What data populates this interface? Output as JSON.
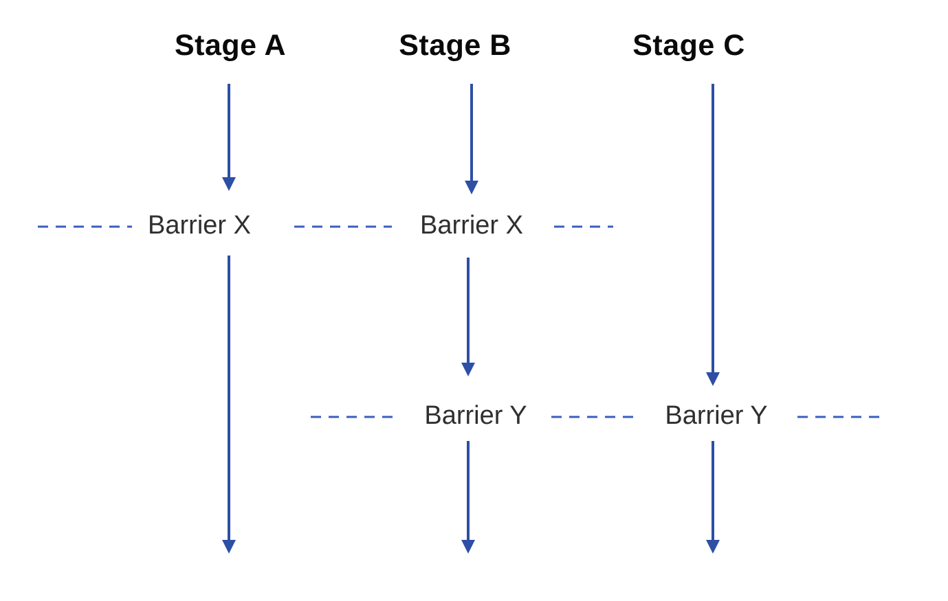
{
  "diagram": {
    "type": "flow-lanes-with-barriers",
    "stages": [
      {
        "id": "stage-a",
        "label": "Stage A"
      },
      {
        "id": "stage-b",
        "label": "Stage B"
      },
      {
        "id": "stage-c",
        "label": "Stage C"
      }
    ],
    "barriers": [
      {
        "id": "barrier-x",
        "label": "Barrier X",
        "spans_stages": [
          "Stage A",
          "Stage B"
        ]
      },
      {
        "id": "barrier-y",
        "label": "Barrier Y",
        "spans_stages": [
          "Stage B",
          "Stage C"
        ]
      }
    ],
    "colors": {
      "arrow": "#2d4fa5",
      "dashed_line": "#3a5ec0",
      "stage_text": "#0a0a0a",
      "barrier_text": "#2f2f2f",
      "background": "#ffffff"
    }
  }
}
